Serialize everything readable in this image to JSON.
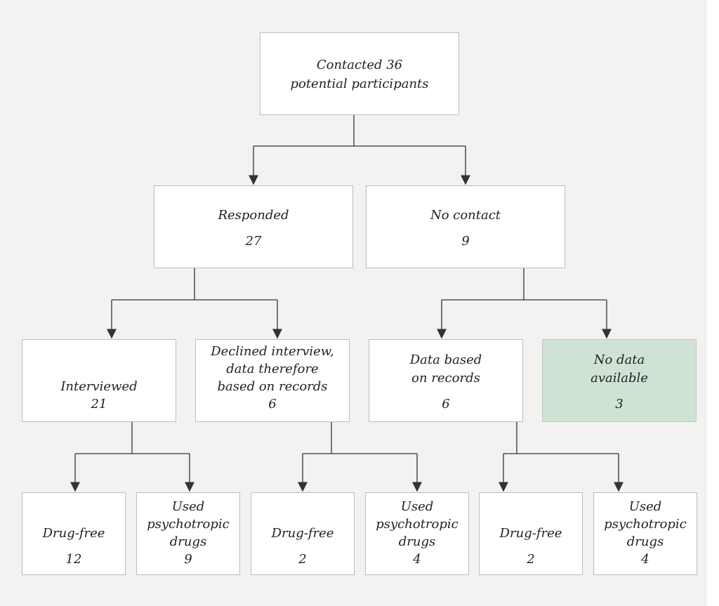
{
  "colors": {
    "background": "#f3f2f1",
    "box": "#ffffff",
    "highlight_box": "#cfe3d4",
    "border": "#bdbcbb",
    "line": "#333333"
  },
  "root": {
    "line1": "Contacted 36",
    "line2": "potential participants"
  },
  "responded": {
    "label": "Responded",
    "count": "27"
  },
  "no_contact": {
    "label": "No contact",
    "count": "9"
  },
  "interviewed": {
    "label": "Interviewed",
    "count": "21"
  },
  "declined": {
    "line1": "Declined interview,",
    "line2": "data therefore",
    "line3": "based on records",
    "count": "6"
  },
  "records": {
    "line1": "Data based",
    "line2": "on records",
    "count": "6"
  },
  "no_data": {
    "line1": "No data",
    "line2": "available",
    "count": "3"
  },
  "leaves": [
    {
      "line1": "Drug-free",
      "count": "12"
    },
    {
      "line1": "Used",
      "line2": "psychotropic",
      "line3": "drugs",
      "count": "9"
    },
    {
      "line1": "Drug-free",
      "count": "2"
    },
    {
      "line1": "Used",
      "line2": "psychotropic",
      "line3": "drugs",
      "count": "4"
    },
    {
      "line1": "Drug-free",
      "count": "2"
    },
    {
      "line1": "Used",
      "line2": "psychotropic",
      "line3": "drugs",
      "count": "4"
    }
  ]
}
